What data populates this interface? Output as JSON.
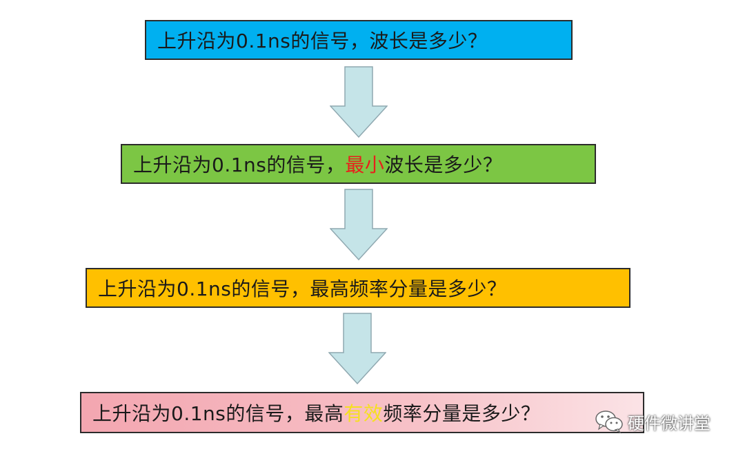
{
  "boxes": [
    {
      "segments": [
        "上升沿为0.1ns的信号，波长是多少？"
      ]
    },
    {
      "segments": [
        "上升沿为0.1ns的信号，",
        "最小",
        "波长是多少？"
      ]
    },
    {
      "segments": [
        "上升沿为0.1ns的信号，最高频率分量是多少？"
      ]
    },
    {
      "segments": [
        "上升沿为0.1ns的信号，最高",
        "有效",
        "频率分量是多少？"
      ]
    }
  ],
  "watermark": {
    "icon": "wechat-icon",
    "text": "硬件微讲堂"
  },
  "colors": {
    "box1": "#00b0f0",
    "box2": "#7cc644",
    "box3": "#ffc000",
    "box4": "#f3a6b0",
    "highlight_red": "#e8201c",
    "highlight_yellow": "#f5e020",
    "arrow_fill": "#c5e4e8"
  }
}
